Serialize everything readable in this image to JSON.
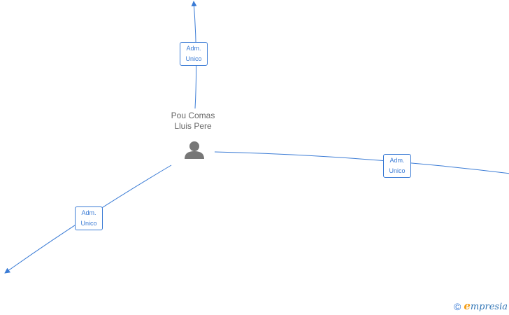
{
  "person": {
    "name_line1": "Pou Comas",
    "name_line2": "Lluis Pere",
    "icon": "person-icon"
  },
  "relations": [
    {
      "id": "top",
      "label_line1": "Adm.",
      "label_line2": "Unico"
    },
    {
      "id": "right",
      "label_line1": "Adm.",
      "label_line2": "Unico"
    },
    {
      "id": "left",
      "label_line1": "Adm.",
      "label_line2": "Unico"
    }
  ],
  "watermark": {
    "copyright": "©",
    "brand_initial": "e",
    "brand_rest": "mpresia"
  },
  "colors": {
    "edge": "#3a7bd5",
    "node_icon": "#777777",
    "text": "#666666",
    "brand_accent": "#f39c12"
  }
}
